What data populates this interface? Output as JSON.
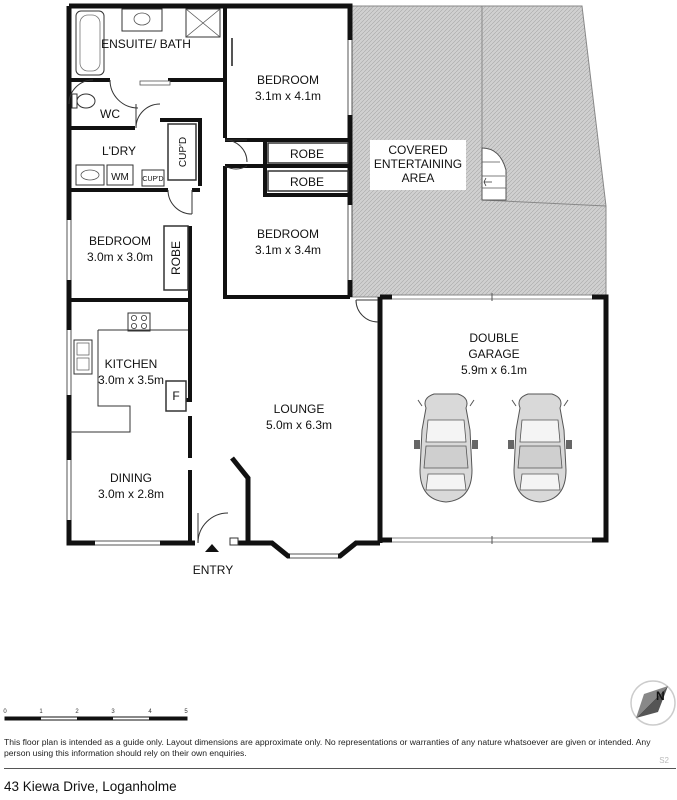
{
  "rooms": {
    "ensuite": "ENSUITE/ BATH",
    "bedroom1": {
      "name": "BEDROOM",
      "size": "3.1m x 4.1m"
    },
    "wc": "WC",
    "laundry": "L'DRY",
    "cupd": "CUP'D",
    "wm": "WM",
    "cupd_small": "CUP'D",
    "robe1": "ROBE",
    "robe2": "ROBE",
    "bedroom2": {
      "name": "BEDROOM",
      "size": "3.1m x 3.4m"
    },
    "bedroom3": {
      "name": "BEDROOM",
      "size": "3.0m x 3.0m"
    },
    "robe3": "ROBE",
    "covered": [
      "COVERED",
      "ENTERTAINING",
      "AREA"
    ],
    "garage": {
      "name1": "DOUBLE",
      "name2": "GARAGE",
      "size": "5.9m x 6.1m"
    },
    "kitchen": {
      "name": "KITCHEN",
      "size": "3.0m x 3.5m"
    },
    "fridge": "F",
    "lounge": {
      "name": "LOUNGE",
      "size": "5.0m x 6.3m"
    },
    "dining": {
      "name": "DINING",
      "size": "3.0m x 2.8m"
    },
    "entry": "ENTRY"
  },
  "scale": [
    "0",
    "1",
    "2",
    "3",
    "4",
    "5"
  ],
  "compass": "N",
  "disclaimer": "This floor plan is intended as a guide only. Layout dimensions are approximate only. No representations or warranties of any nature whatsoever are given or intended. Any person using this information should rely on their own enquiries.",
  "plan_code": "S2",
  "address": "43 Kiewa Drive, Loganholme"
}
